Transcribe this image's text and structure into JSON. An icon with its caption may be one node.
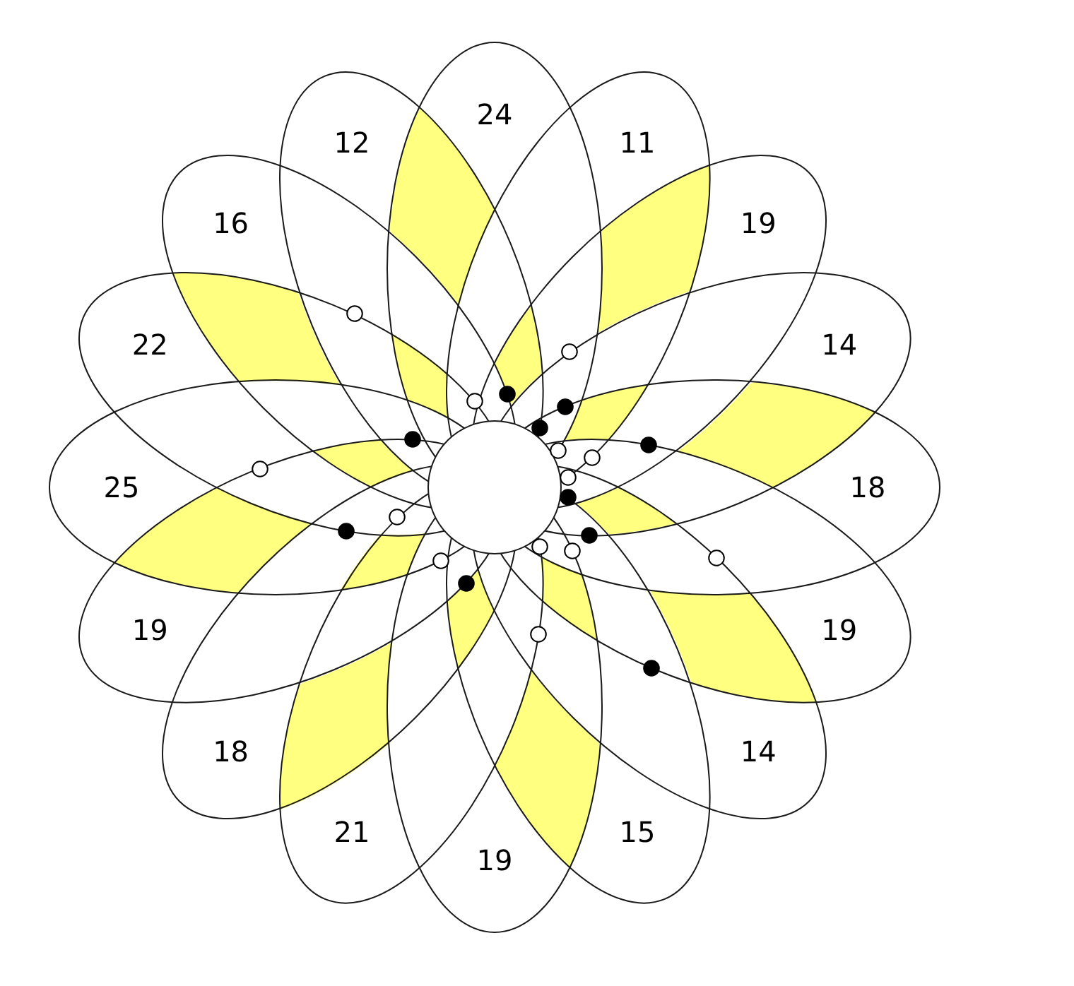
{
  "diagram": {
    "nodes": [
      {
        "text": [
          "24"
        ]
      },
      {
        "text": [
          "11"
        ]
      },
      {
        "text": [
          "19"
        ]
      },
      {
        "text": [
          "14"
        ]
      },
      {
        "text": [
          "18"
        ]
      },
      {
        "text": [
          "19"
        ]
      },
      {
        "text": [
          "14"
        ]
      },
      {
        "text": [
          "15"
        ]
      },
      {
        "text": [
          "19"
        ]
      },
      {
        "text": [
          "21"
        ]
      },
      {
        "text": [
          "18"
        ]
      },
      {
        "text": [
          "19"
        ]
      },
      {
        "text": [
          "25"
        ]
      },
      {
        "text": [
          "22"
        ]
      },
      {
        "text": [
          "16"
        ]
      },
      {
        "text": [
          "12"
        ]
      },
      {
        "text": [],
        "shape": "circle"
      }
    ]
  }
}
